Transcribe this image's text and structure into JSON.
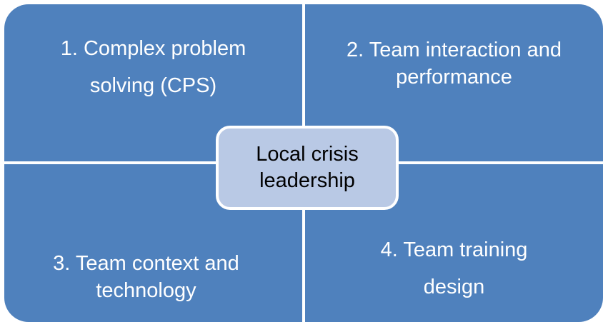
{
  "quadrants": [
    {
      "line1": "1. Complex problem",
      "line2": "solving (CPS)"
    },
    {
      "line1": "2. Team interaction and",
      "line2": "performance"
    },
    {
      "line1": "3. Team context and",
      "line2": "technology"
    },
    {
      "line1": "4. Team training",
      "line2": "design"
    }
  ],
  "center": {
    "line1": "Local crisis",
    "line2": "leadership"
  },
  "colors": {
    "quadrant_fill": "#4f81bd",
    "center_fill": "#b9c9e5",
    "divider": "#ffffff"
  }
}
